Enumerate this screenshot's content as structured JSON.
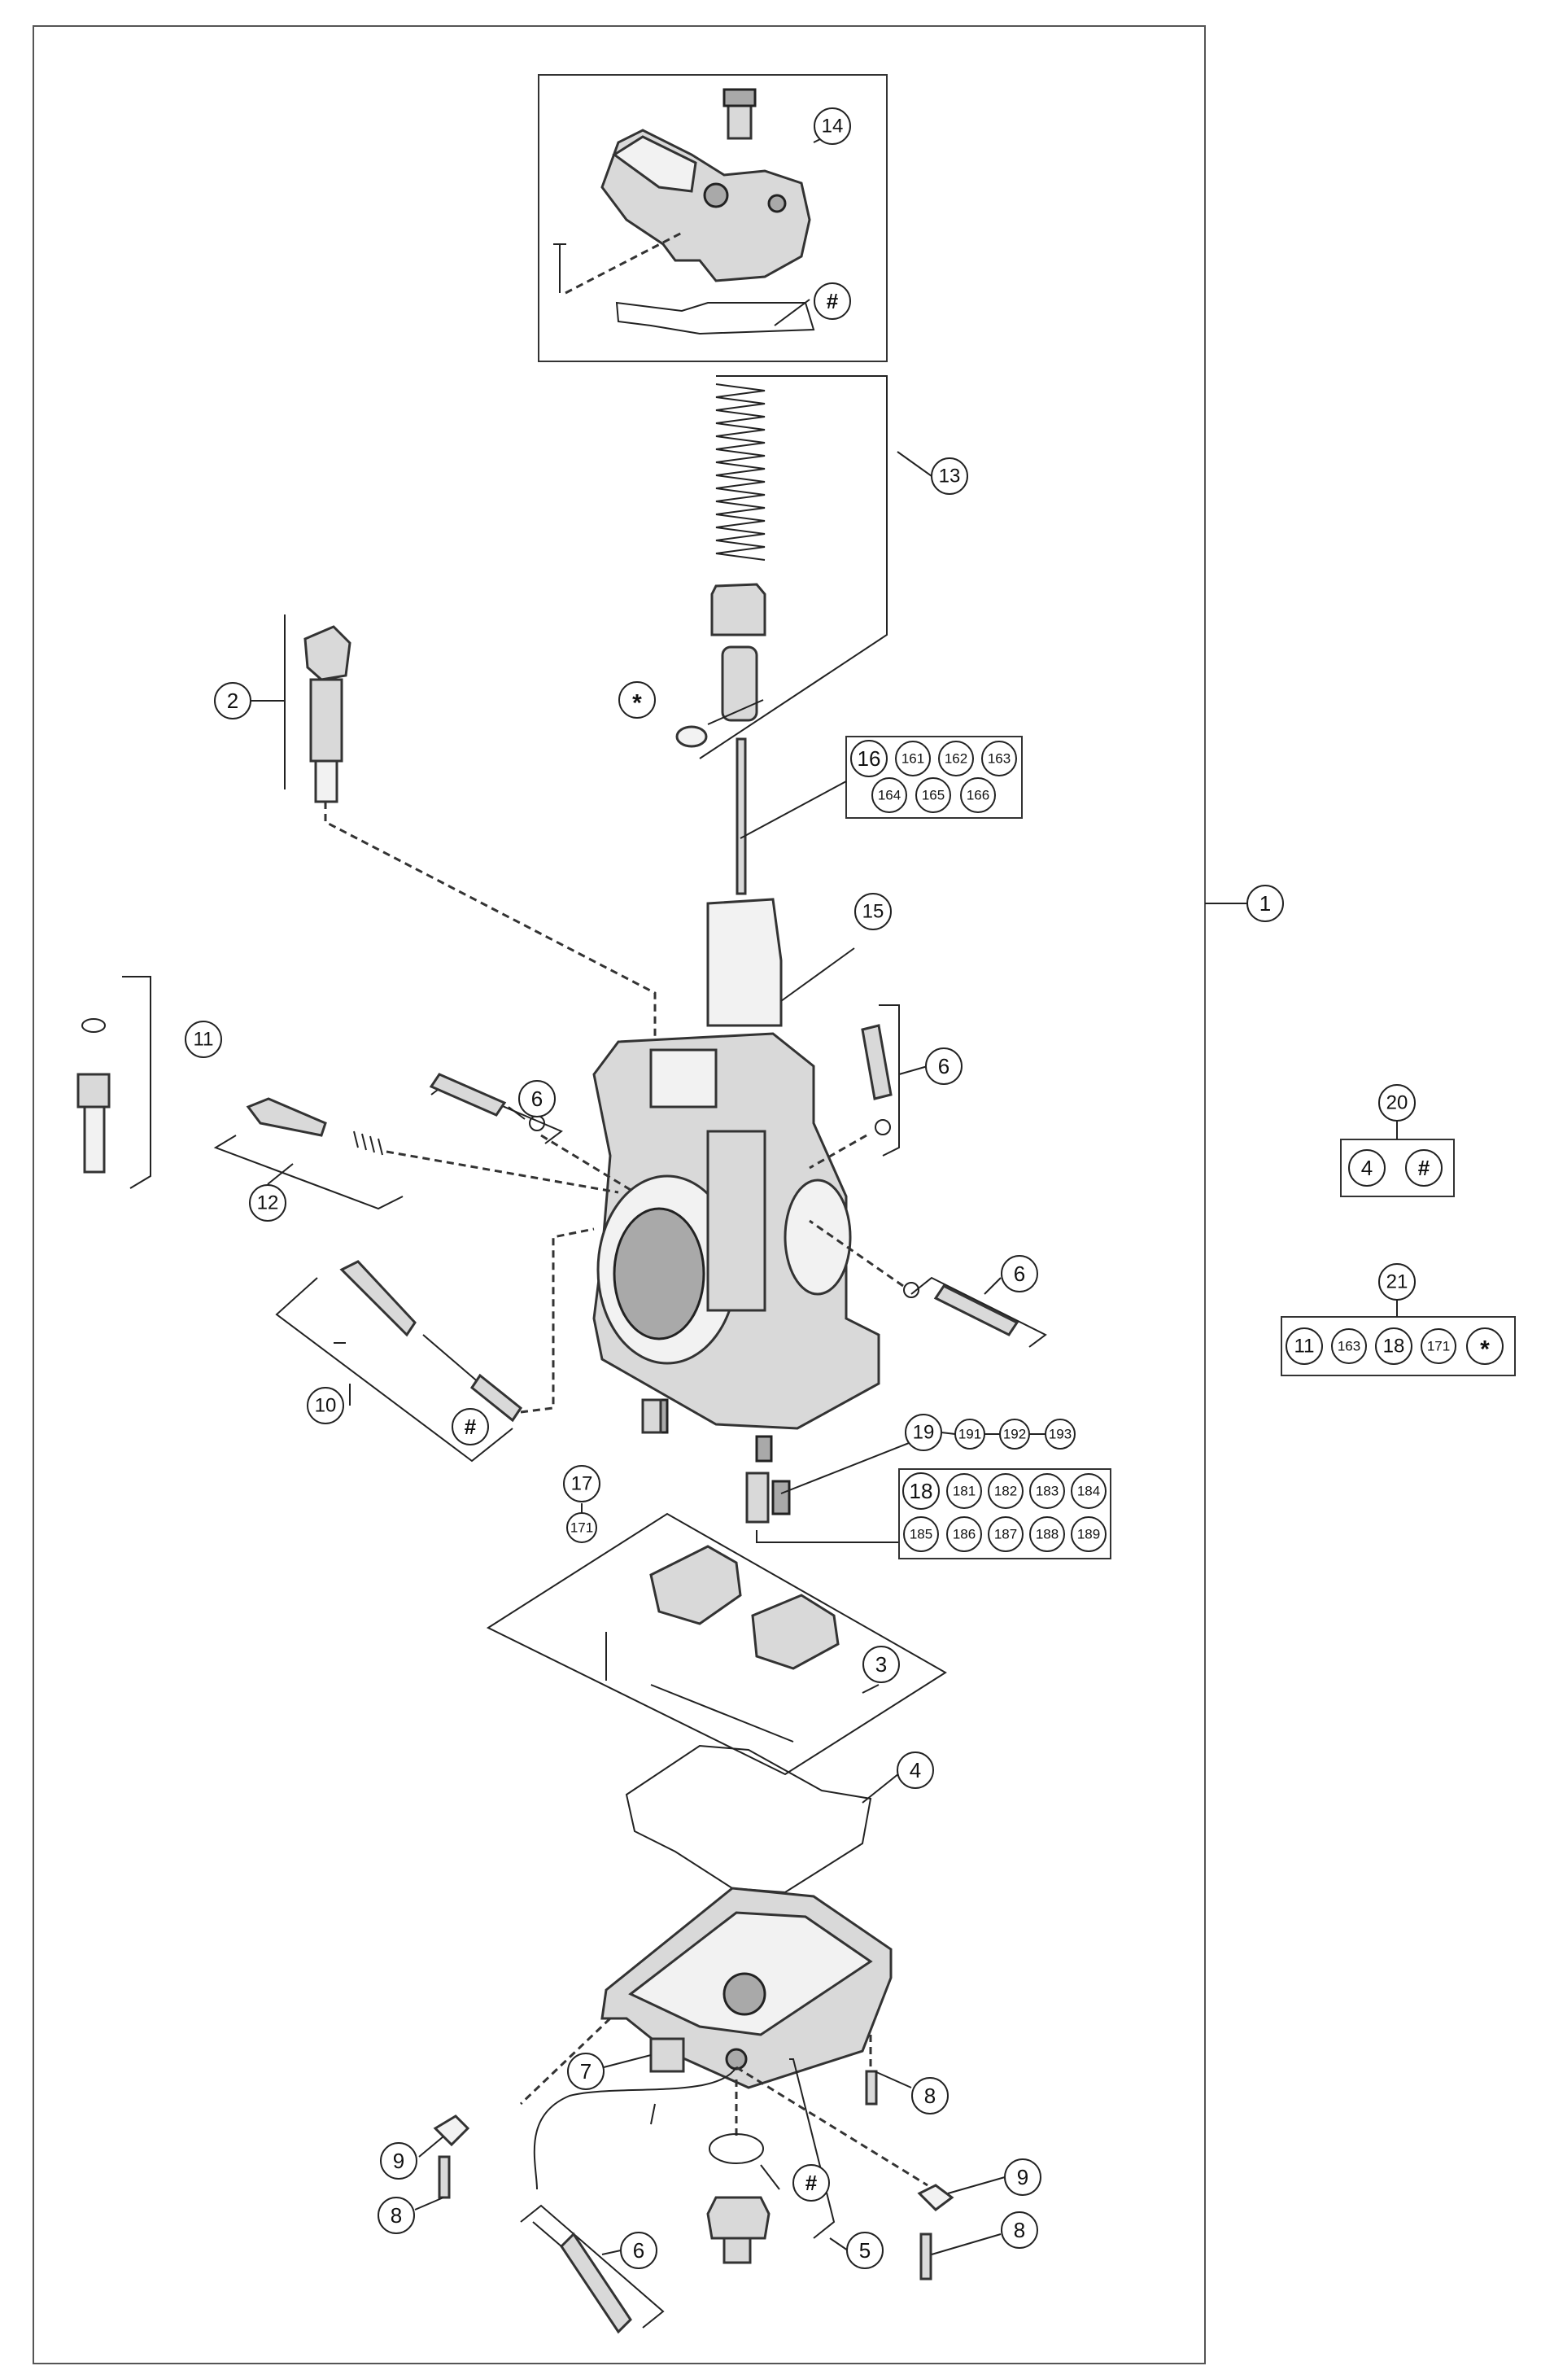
{
  "callouts": {
    "c1": "1",
    "c2": "2",
    "c3": "3",
    "c4": "4",
    "c5": "5",
    "c6a": "6",
    "c6b": "6",
    "c6c": "6",
    "c6d": "6",
    "c7": "7",
    "c8a": "8",
    "c8b": "8",
    "c8c": "8",
    "c9a": "9",
    "c9b": "9",
    "c10": "10",
    "c11": "11",
    "c12": "12",
    "c13": "13",
    "c14": "14",
    "c15": "15",
    "c17": "17",
    "c171": "171",
    "c19": "19",
    "c191": "191",
    "c192": "192",
    "c193": "193",
    "c20": "20",
    "c21": "21",
    "hash14": "#",
    "hash10": "#",
    "hash5": "#",
    "star13": "*"
  },
  "group16": [
    "16",
    "161",
    "162",
    "163",
    "164",
    "165",
    "166"
  ],
  "group18": [
    "18",
    "181",
    "182",
    "183",
    "184",
    "185",
    "186",
    "187",
    "188",
    "189"
  ],
  "kit20": [
    "4",
    "#"
  ],
  "kit21": [
    "11",
    "163",
    "18",
    "171",
    "*"
  ]
}
